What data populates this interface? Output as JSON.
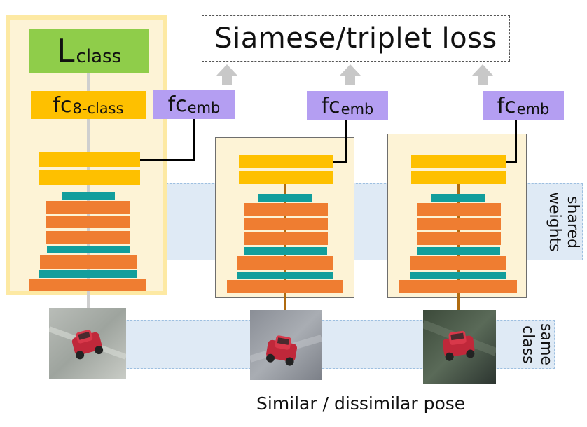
{
  "loss": {
    "label": "Siamese/triplet loss"
  },
  "classification": {
    "loss_main": "L",
    "loss_sub": "class",
    "fc_main": "fc",
    "fc_sub": "8-class"
  },
  "embedding": {
    "main": "fc",
    "sub": "emb"
  },
  "bands": {
    "shared_weights": "shared weights",
    "same_class": "same class"
  },
  "caption": "Similar / dissimilar pose",
  "colors": {
    "conv_layer": "#ef7d31",
    "pool_layer": "#129e9c",
    "fc_layer": "#fec000",
    "loss_block": "#8fcd4a",
    "embedding_block": "#b49ef2",
    "panel_fill": "#fdf3d6",
    "band_fill": "#dfeaf5"
  }
}
